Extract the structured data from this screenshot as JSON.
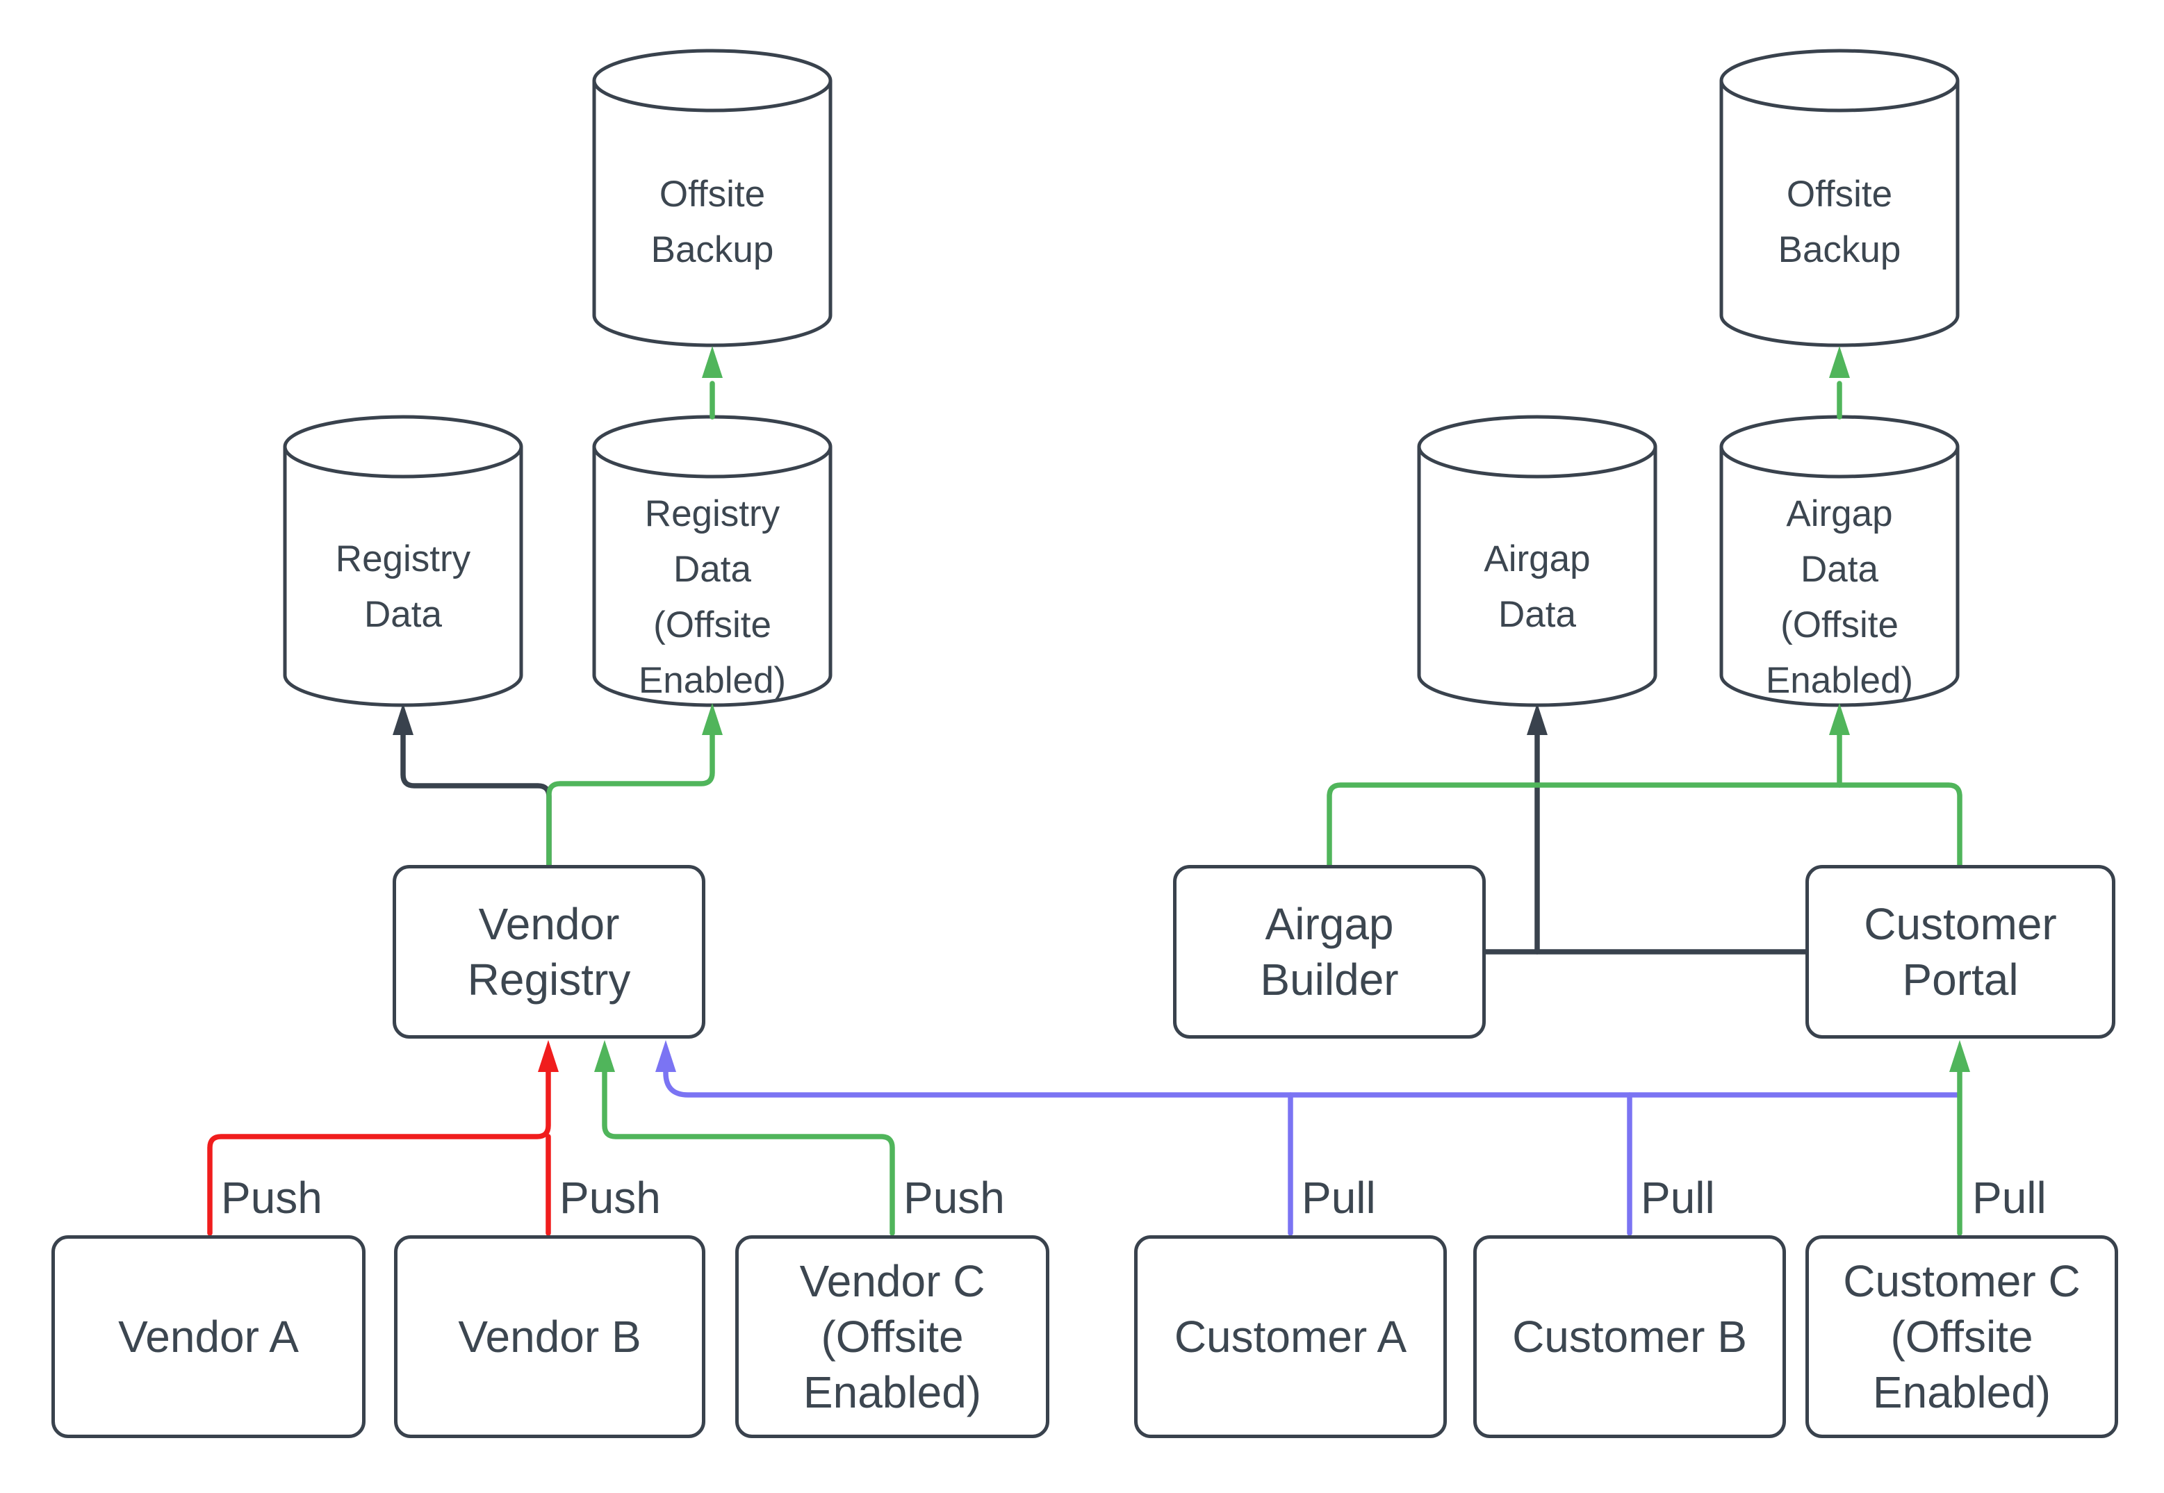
{
  "diagram": {
    "title": "Vendor Registry / Airgap Customer Portal data flow",
    "background": "#ffffff",
    "colors": {
      "node_stroke": "#39424D",
      "text": "#3C4650",
      "dark_flow": "#39424D",
      "green_offsite": "#50B55B",
      "red_push": "#F01D1D",
      "blue_pull": "#7B74F3"
    },
    "cylinders": [
      {
        "id": "offsite-backup-left",
        "label": "Offsite\nBackup"
      },
      {
        "id": "registry-data",
        "label": "Registry\nData"
      },
      {
        "id": "registry-data-offsite",
        "label": "Registry\nData\n(Offsite\nEnabled)"
      },
      {
        "id": "airgap-data",
        "label": "Airgap\nData"
      },
      {
        "id": "airgap-data-offsite",
        "label": "Airgap\nData\n(Offsite\nEnabled)"
      },
      {
        "id": "offsite-backup-right",
        "label": "Offsite\nBackup"
      }
    ],
    "boxes": [
      {
        "id": "vendor-registry",
        "label": "Vendor\nRegistry"
      },
      {
        "id": "airgap-builder",
        "label": "Airgap\nBuilder"
      },
      {
        "id": "customer-portal",
        "label": "Customer\nPortal"
      },
      {
        "id": "vendor-a",
        "label": "Vendor A"
      },
      {
        "id": "vendor-b",
        "label": "Vendor B"
      },
      {
        "id": "vendor-c",
        "label": "Vendor C\n(Offsite\nEnabled)"
      },
      {
        "id": "customer-a",
        "label": "Customer A"
      },
      {
        "id": "customer-b",
        "label": "Customer B"
      },
      {
        "id": "customer-c",
        "label": "Customer C\n(Offsite\nEnabled)"
      }
    ],
    "edge_labels": [
      {
        "id": "push-vendor-a",
        "text": "Push"
      },
      {
        "id": "push-vendor-b",
        "text": "Push"
      },
      {
        "id": "push-vendor-c",
        "text": "Push"
      },
      {
        "id": "pull-customer-a",
        "text": "Pull"
      },
      {
        "id": "pull-customer-b",
        "text": "Pull"
      },
      {
        "id": "pull-customer-c",
        "text": "Pull"
      }
    ]
  }
}
